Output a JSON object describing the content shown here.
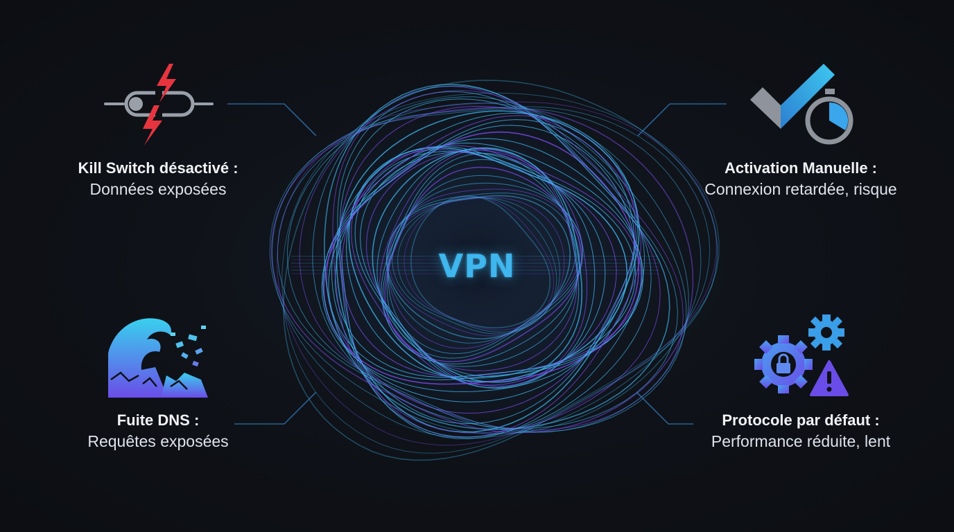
{
  "center": {
    "label": "VPN"
  },
  "items": {
    "killswitch": {
      "title": "Kill Switch désactivé :",
      "desc": "Données exposées",
      "icon": "switch-lightning-icon"
    },
    "activation": {
      "title": "Activation Manuelle :",
      "desc": "Connexion retardée, risque",
      "icon": "checkmark-stopwatch-icon"
    },
    "dns": {
      "title": "Fuite DNS :",
      "desc": "Requêtes exposées",
      "icon": "crashing-wave-icon"
    },
    "protocol": {
      "title": "Protocole par défaut :",
      "desc": "Performance réduite, lent",
      "icon": "gears-lock-warning-icon"
    }
  },
  "colors": {
    "background": "#0f1116",
    "cyan": "#3fb6ee",
    "violet": "#7b4df0",
    "alert_red": "#e8343f",
    "connector": "#2f6fa8"
  }
}
